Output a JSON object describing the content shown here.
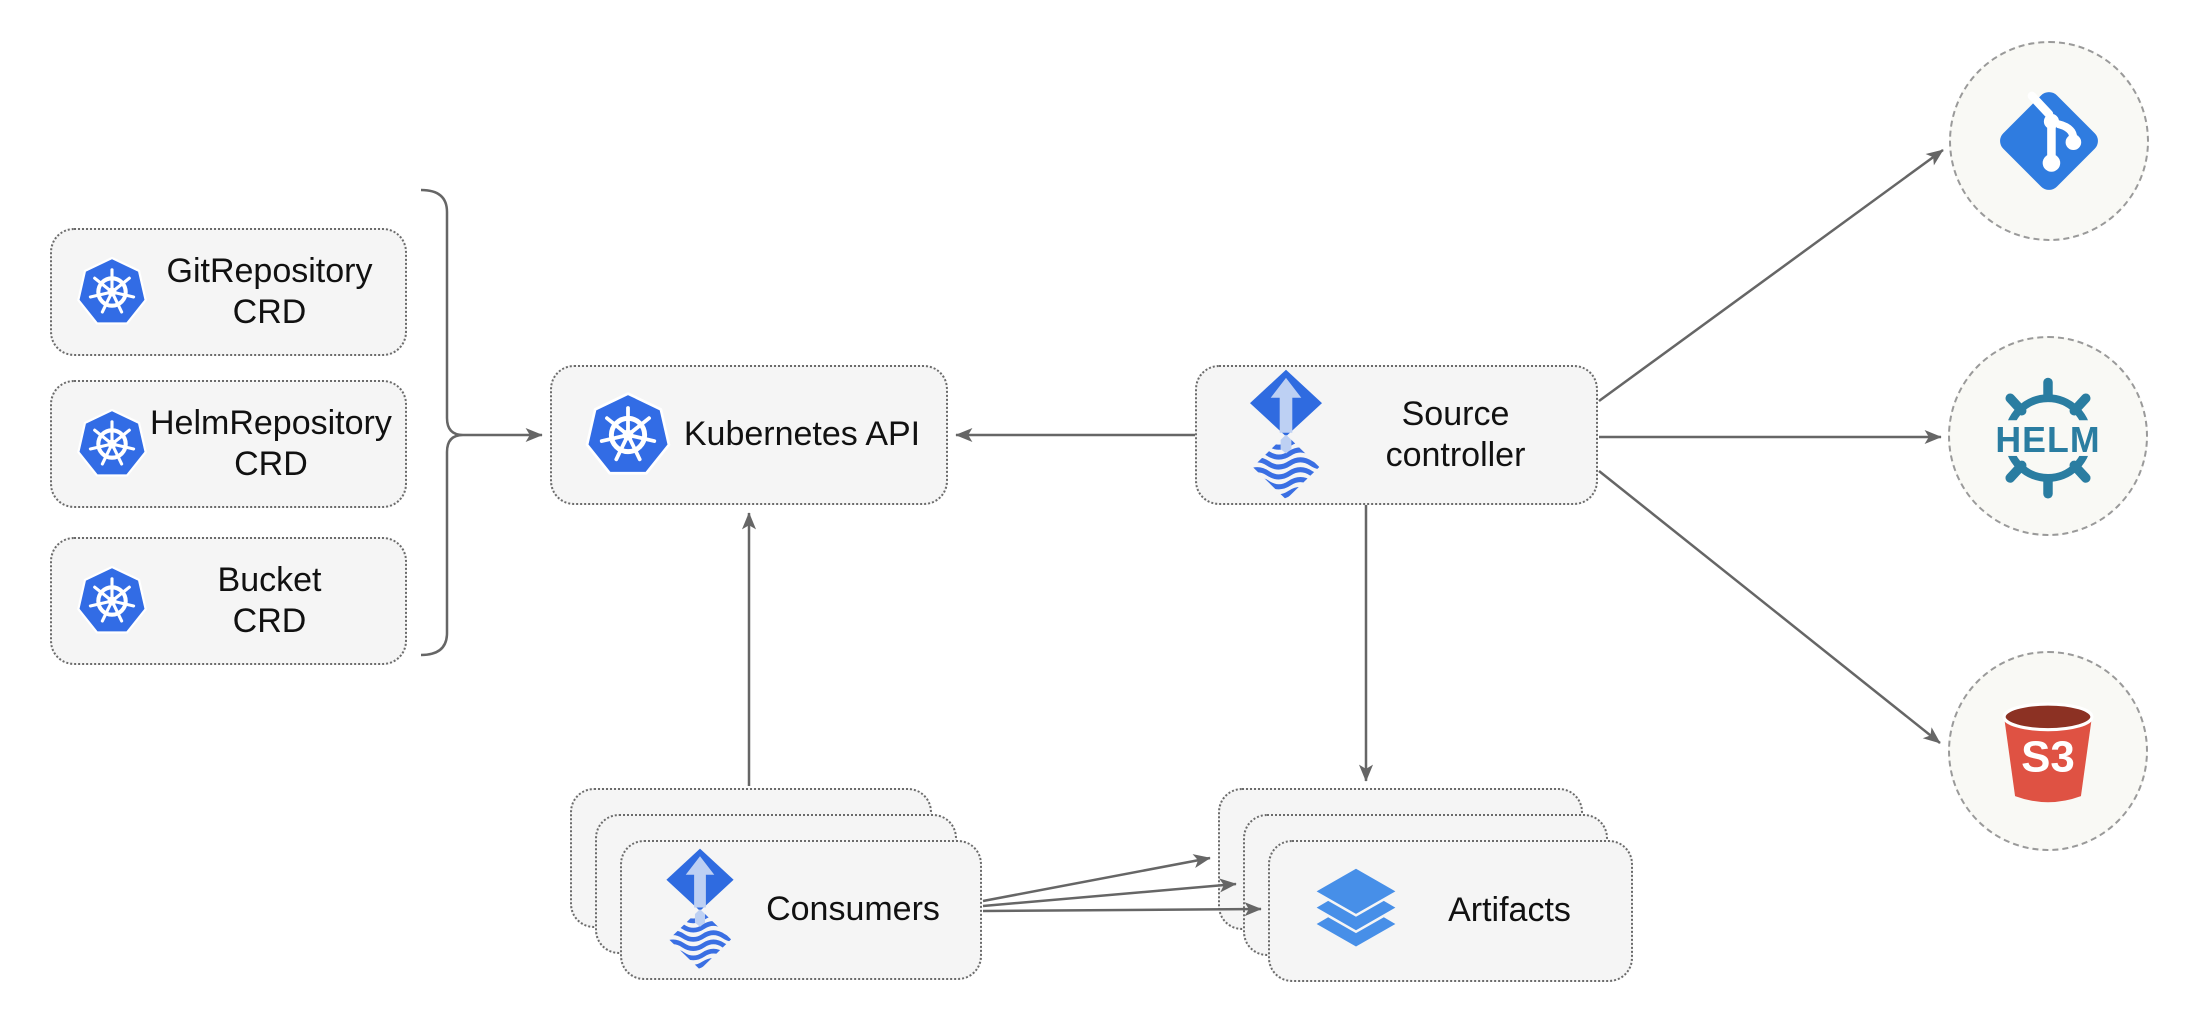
{
  "diagram_type": "architecture-diagram",
  "colors": {
    "background": "#ffffff",
    "node_fill": "#f5f5f5",
    "node_border": "#6b6b6b",
    "circle_fill": "#f9f9f5",
    "circle_border": "#9a9a9a",
    "connector": "#666666",
    "text": "#111111",
    "kubernetes_blue": "#326ce5",
    "flux_blue": "#2f6be0",
    "flux_arrow_light": "#bdd0f3",
    "flux_wave_blue": "#3a6fe3",
    "git_blue": "#2f7ce0",
    "helm_teal": "#2a7da1",
    "s3_red": "#df5243",
    "s3_rim_dark": "#8c3123",
    "layers_blue": "#478fe8"
  },
  "crd_boxes": [
    {
      "line1": "GitRepository",
      "line2": "CRD",
      "icon": "kubernetes-icon"
    },
    {
      "line1": "HelmRepository",
      "line2": "CRD",
      "icon": "kubernetes-icon"
    },
    {
      "line1": "Bucket",
      "line2": "CRD",
      "icon": "kubernetes-icon"
    }
  ],
  "nodes": {
    "kubernetes_api": {
      "label": "Kubernetes API",
      "icon": "kubernetes-icon"
    },
    "source_controller": {
      "line1": "Source",
      "line2": "controller",
      "icon": "flux-icon"
    },
    "consumers": {
      "label": "Consumers",
      "icon": "flux-icon",
      "stacked": 3
    },
    "artifacts": {
      "label": "Artifacts",
      "icon": "layers-icon",
      "stacked": 3
    }
  },
  "external_sources": [
    {
      "name": "git",
      "icon": "git-icon"
    },
    {
      "name": "helm",
      "icon": "helm-icon",
      "text": "HELM"
    },
    {
      "name": "s3",
      "icon": "s3-bucket-icon",
      "text": "S3"
    }
  ],
  "edges": [
    {
      "from": "crd-boxes-bracket",
      "to": "kubernetes-api"
    },
    {
      "from": "source-controller",
      "to": "kubernetes-api"
    },
    {
      "from": "consumers",
      "to": "kubernetes-api"
    },
    {
      "from": "source-controller",
      "to": "artifacts"
    },
    {
      "from": "source-controller",
      "to": "git"
    },
    {
      "from": "source-controller",
      "to": "helm"
    },
    {
      "from": "source-controller",
      "to": "s3"
    },
    {
      "from": "consumers",
      "to": "artifacts",
      "lane": "back"
    },
    {
      "from": "consumers",
      "to": "artifacts",
      "lane": "middle"
    },
    {
      "from": "consumers",
      "to": "artifacts",
      "lane": "front"
    }
  ]
}
